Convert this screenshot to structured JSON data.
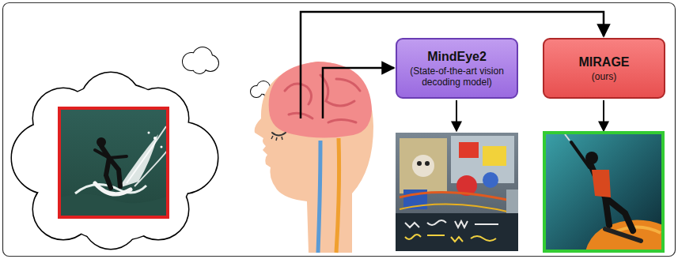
{
  "diagram": {
    "nodes": [
      {
        "text": [
          "MindEye2",
          "(State-of-the-art vision decoding model)"
        ]
      },
      {
        "text": [
          "MIRAGE",
          "(ours)"
        ]
      }
    ]
  }
}
